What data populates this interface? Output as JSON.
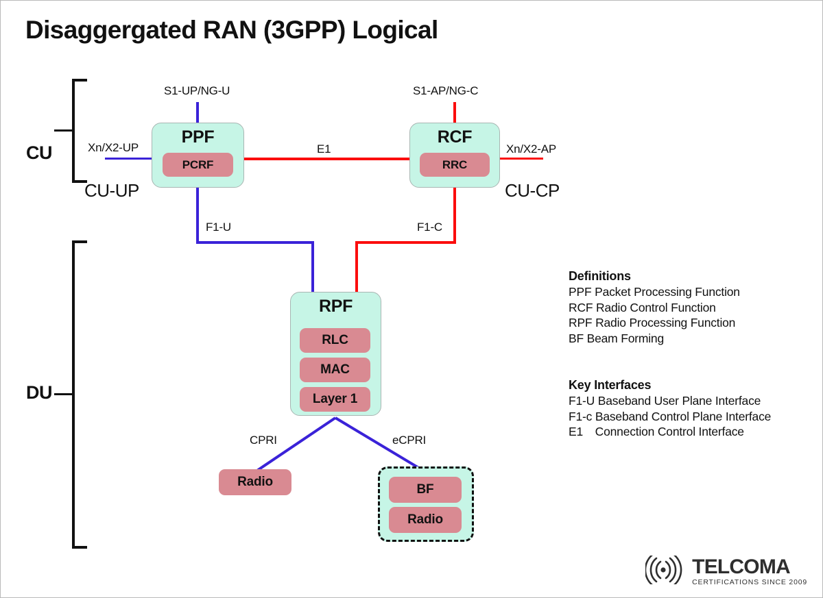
{
  "title": "Disaggergated RAN (3GPP) Logical",
  "groups": [
    {
      "id": "cu",
      "label": "CU"
    },
    {
      "id": "du",
      "label": "DU"
    }
  ],
  "plane_labels": {
    "cu_up": "CU-UP",
    "cu_cp": "CU-CP"
  },
  "nodes": {
    "ppf": {
      "title": "PPF",
      "blocks": [
        "PCRF"
      ]
    },
    "rcf": {
      "title": "RCF",
      "blocks": [
        "RRC"
      ]
    },
    "rpf": {
      "title": "RPF",
      "blocks": [
        "RLC",
        "MAC",
        "Layer 1"
      ]
    },
    "radio_standalone": {
      "label": "Radio"
    },
    "ecpri_group": {
      "blocks": [
        "BF",
        "Radio"
      ]
    }
  },
  "interface_labels": {
    "s1_up": "S1-UP/NG-U",
    "s1_ap": "S1-AP/NG-C",
    "xn_x2_up": "Xn/X2-UP",
    "xn_x2_ap": "Xn/X2-AP",
    "e1": "E1",
    "f1_u": "F1-U",
    "f1_c": "F1-C",
    "cpri": "CPRI",
    "ecpri": "eCPRI"
  },
  "legend": {
    "definitions_heading": "Definitions",
    "definitions": [
      {
        "abbr": "PPF",
        "text": "Packet Processing Function"
      },
      {
        "abbr": "RCF",
        "text": "Radio Control Function"
      },
      {
        "abbr": "RPF",
        "text": "Radio Processing Function"
      },
      {
        "abbr": "BF",
        "text": "Beam Forming"
      }
    ],
    "interfaces_heading": "Key Interfaces",
    "interfaces": [
      {
        "abbr": "F1-U",
        "text": "Baseband User Plane Interface"
      },
      {
        "abbr": "F1-c",
        "text": "Baseband Control Plane Interface"
      },
      {
        "abbr": "E1",
        "text": "Connection Control Interface"
      }
    ]
  },
  "logo": {
    "brand": "TELCOMA",
    "tagline": "CERTIFICATIONS SINCE 2009"
  },
  "colors": {
    "user_plane_line": "#3a22d8",
    "control_plane_line": "#fb0d0d",
    "node_fill": "#c6f5e6",
    "block_fill": "#d98a92",
    "text": "#111111"
  }
}
